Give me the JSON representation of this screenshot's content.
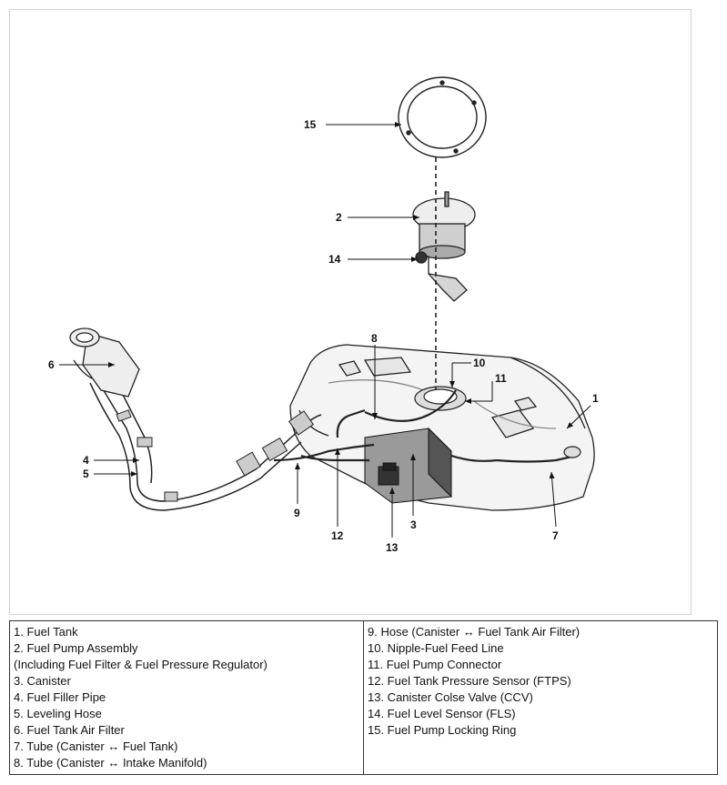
{
  "callouts": {
    "c1": "1",
    "c2": "2",
    "c3": "3",
    "c4": "4",
    "c5": "5",
    "c6": "6",
    "c7": "7",
    "c8": "8",
    "c9": "9",
    "c10": "10",
    "c11": "11",
    "c12": "12",
    "c13": "13",
    "c14": "14",
    "c15": "15"
  },
  "legend": {
    "left": [
      "1. Fuel Tank",
      "2. Fuel Pump Assembly",
      "(Including Fuel Filter & Fuel Pressure Regulator)",
      "3. Canister",
      "4. Fuel Filler Pipe",
      "5. Leveling Hose",
      "6. Fuel Tank Air Filter",
      "7. Tube (Canister ↔ Fuel Tank)",
      "8. Tube (Canister ↔ Intake Manifold)"
    ],
    "right": [
      "9. Hose (Canister ↔ Fuel Tank Air Filter)",
      "10. Nipple-Fuel Feed Line",
      "11. Fuel Pump Connector",
      "12. Fuel Tank Pressure Sensor (FTPS)",
      "13. Canister Colse Valve (CCV)",
      "14. Fuel Level Sensor (FLS)",
      "15. Fuel Pump Locking Ring"
    ]
  }
}
